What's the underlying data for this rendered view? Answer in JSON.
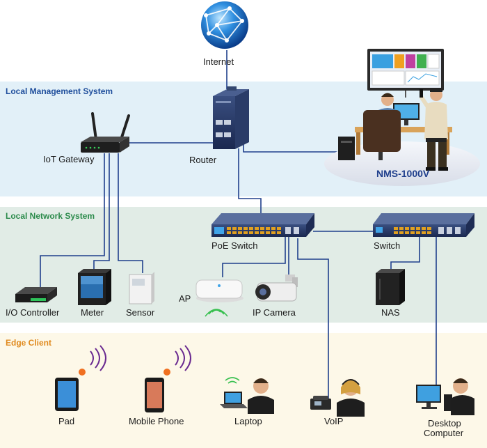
{
  "zones": {
    "management": {
      "title": "Local Management System",
      "color": "#1f4e9c"
    },
    "network": {
      "title": "Local Network System",
      "color": "#2a8a4a"
    },
    "edge": {
      "title": "Edge Client",
      "color": "#e08a1e"
    }
  },
  "nodes": {
    "internet": "Internet",
    "router": "Router",
    "iot_gateway": "IoT Gateway",
    "nms": "NMS-1000V",
    "poe_switch": "PoE Switch",
    "switch": "Switch",
    "io_controller": "I/O Controller",
    "meter": "Meter",
    "sensor": "Sensor",
    "ap": "AP",
    "ip_camera": "IP Camera",
    "nas": "NAS",
    "pad": "Pad",
    "mobile_phone": "Mobile Phone",
    "laptop": "Laptop",
    "voip": "VoIP",
    "desktop_line1": "Desktop",
    "desktop_line2": "Computer"
  },
  "colors": {
    "link": "#1f3f8c",
    "nms_label": "#1f3f8c"
  }
}
